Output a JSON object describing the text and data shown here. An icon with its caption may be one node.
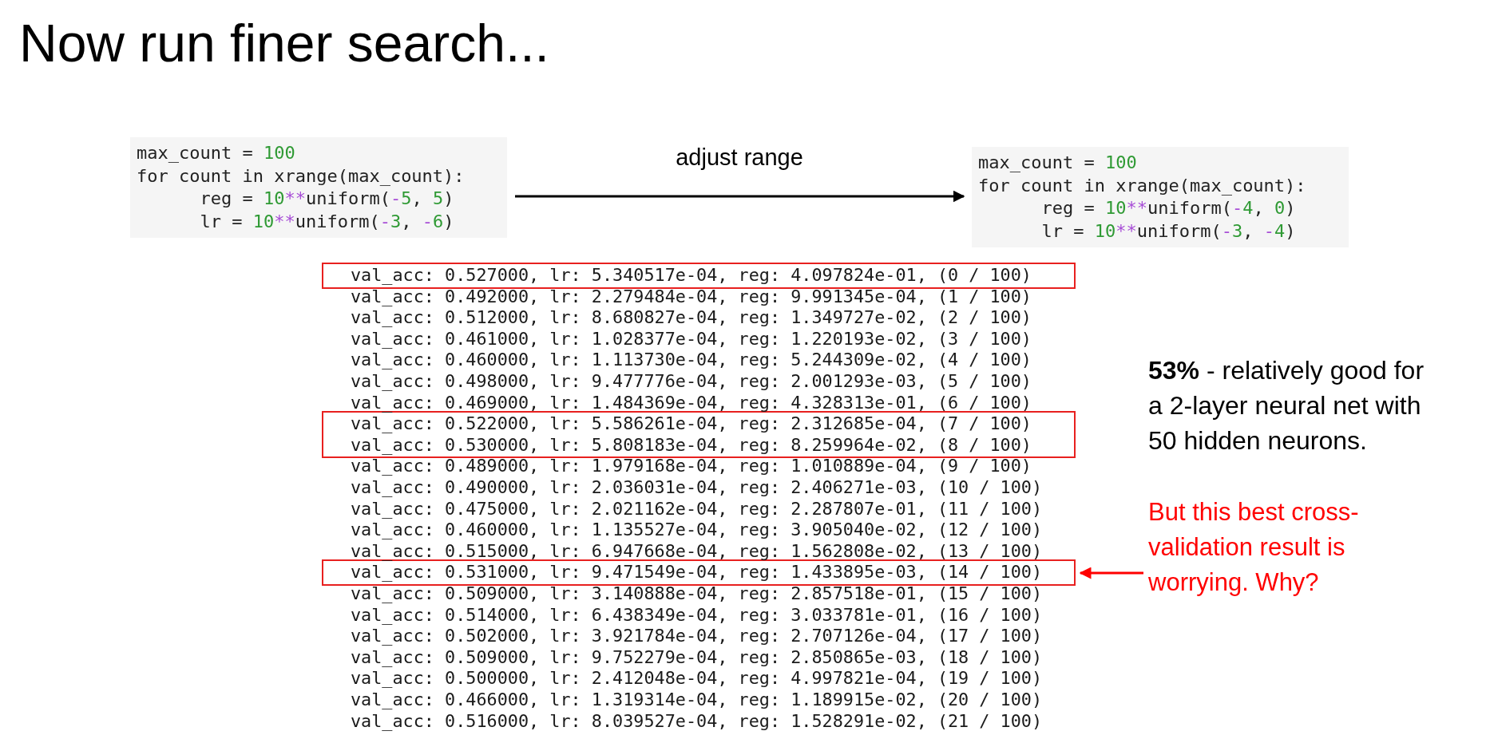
{
  "diagram": {
    "title": "Now run finer search...",
    "nodes": [
      {
        "text": [
          "max_count = 100",
          "for count in xrange(max_count):",
          "reg = 10**uniform(-5, 5)",
          "lr = 10**uniform(-3, -6)"
        ]
      },
      {
        "text": [
          "max_count = 100",
          "for count in xrange(max_count):",
          "reg = 10**uniform(-4, 0)",
          "lr = 10**uniform(-3, -4)"
        ]
      },
      {
        "text": [
          "val_acc: 0.527000, lr: 5.340517e-04, reg: 4.097824e-01, (0 / 100)"
        ]
      },
      {
        "text": [
          "val_acc: 0.522000, lr: 5.586261e-04, reg: 2.312685e-04, (7 / 100)",
          "val_acc: 0.530000, lr: 5.808183e-04, reg: 8.259964e-02, (8 / 100)"
        ]
      },
      {
        "text": [
          "val_acc: 0.531000, lr: 9.471549e-04, reg: 1.433895e-03, (14 / 100)"
        ]
      },
      {
        "text": [
          "But this best cross-validation result is worrying. Why?"
        ]
      }
    ],
    "edges": [
      {
        "from": 0,
        "to": 1,
        "arrow": "to",
        "label": "adjust range"
      },
      {
        "from": 5,
        "to": 4,
        "arrow": "to",
        "color": "#ff0000"
      }
    ],
    "labels": [
      "val_acc: 0.492000, lr: 2.279484e-04, reg: 9.991345e-04, (1 / 100)",
      "val_acc: 0.512000, lr: 8.680827e-04, reg: 1.349727e-02, (2 / 100)",
      "val_acc: 0.461000, lr: 1.028377e-04, reg: 1.220193e-02, (3 / 100)",
      "val_acc: 0.460000, lr: 1.113730e-04, reg: 5.244309e-02, (4 / 100)",
      "val_acc: 0.498000, lr: 9.477776e-04, reg: 2.001293e-03, (5 / 100)",
      "val_acc: 0.469000, lr: 1.484369e-04, reg: 4.328313e-01, (6 / 100)",
      "val_acc: 0.489000, lr: 1.979168e-04, reg: 1.010889e-04, (9 / 100)",
      "val_acc: 0.490000, lr: 2.036031e-04, reg: 2.406271e-03, (10 / 100)",
      "val_acc: 0.475000, lr: 2.021162e-04, reg: 2.287807e-01, (11 / 100)",
      "val_acc: 0.460000, lr: 1.135527e-04, reg: 3.905040e-02, (12 / 100)",
      "val_acc: 0.515000, lr: 6.947668e-04, reg: 1.562808e-02, (13 / 100)",
      "val_acc: 0.509000, lr: 3.140888e-04, reg: 2.857518e-01, (15 / 100)",
      "val_acc: 0.514000, lr: 6.438349e-04, reg: 3.033781e-01, (16 / 100)",
      "val_acc: 0.502000, lr: 3.921784e-04, reg: 2.707126e-04, (17 / 100)",
      "val_acc: 0.509000, lr: 9.752279e-04, reg: 2.850865e-03, (18 / 100)",
      "val_acc: 0.500000, lr: 2.412048e-04, reg: 4.997821e-04, (19 / 100)",
      "val_acc: 0.466000, lr: 1.319314e-04, reg: 1.189915e-02, (20 / 100)",
      "val_acc: 0.516000, lr: 8.039527e-04, reg: 1.528291e-02, (21 / 100)",
      "**53%** - relatively good for a 2-layer neural net with 50 hidden neurons."
    ]
  }
}
